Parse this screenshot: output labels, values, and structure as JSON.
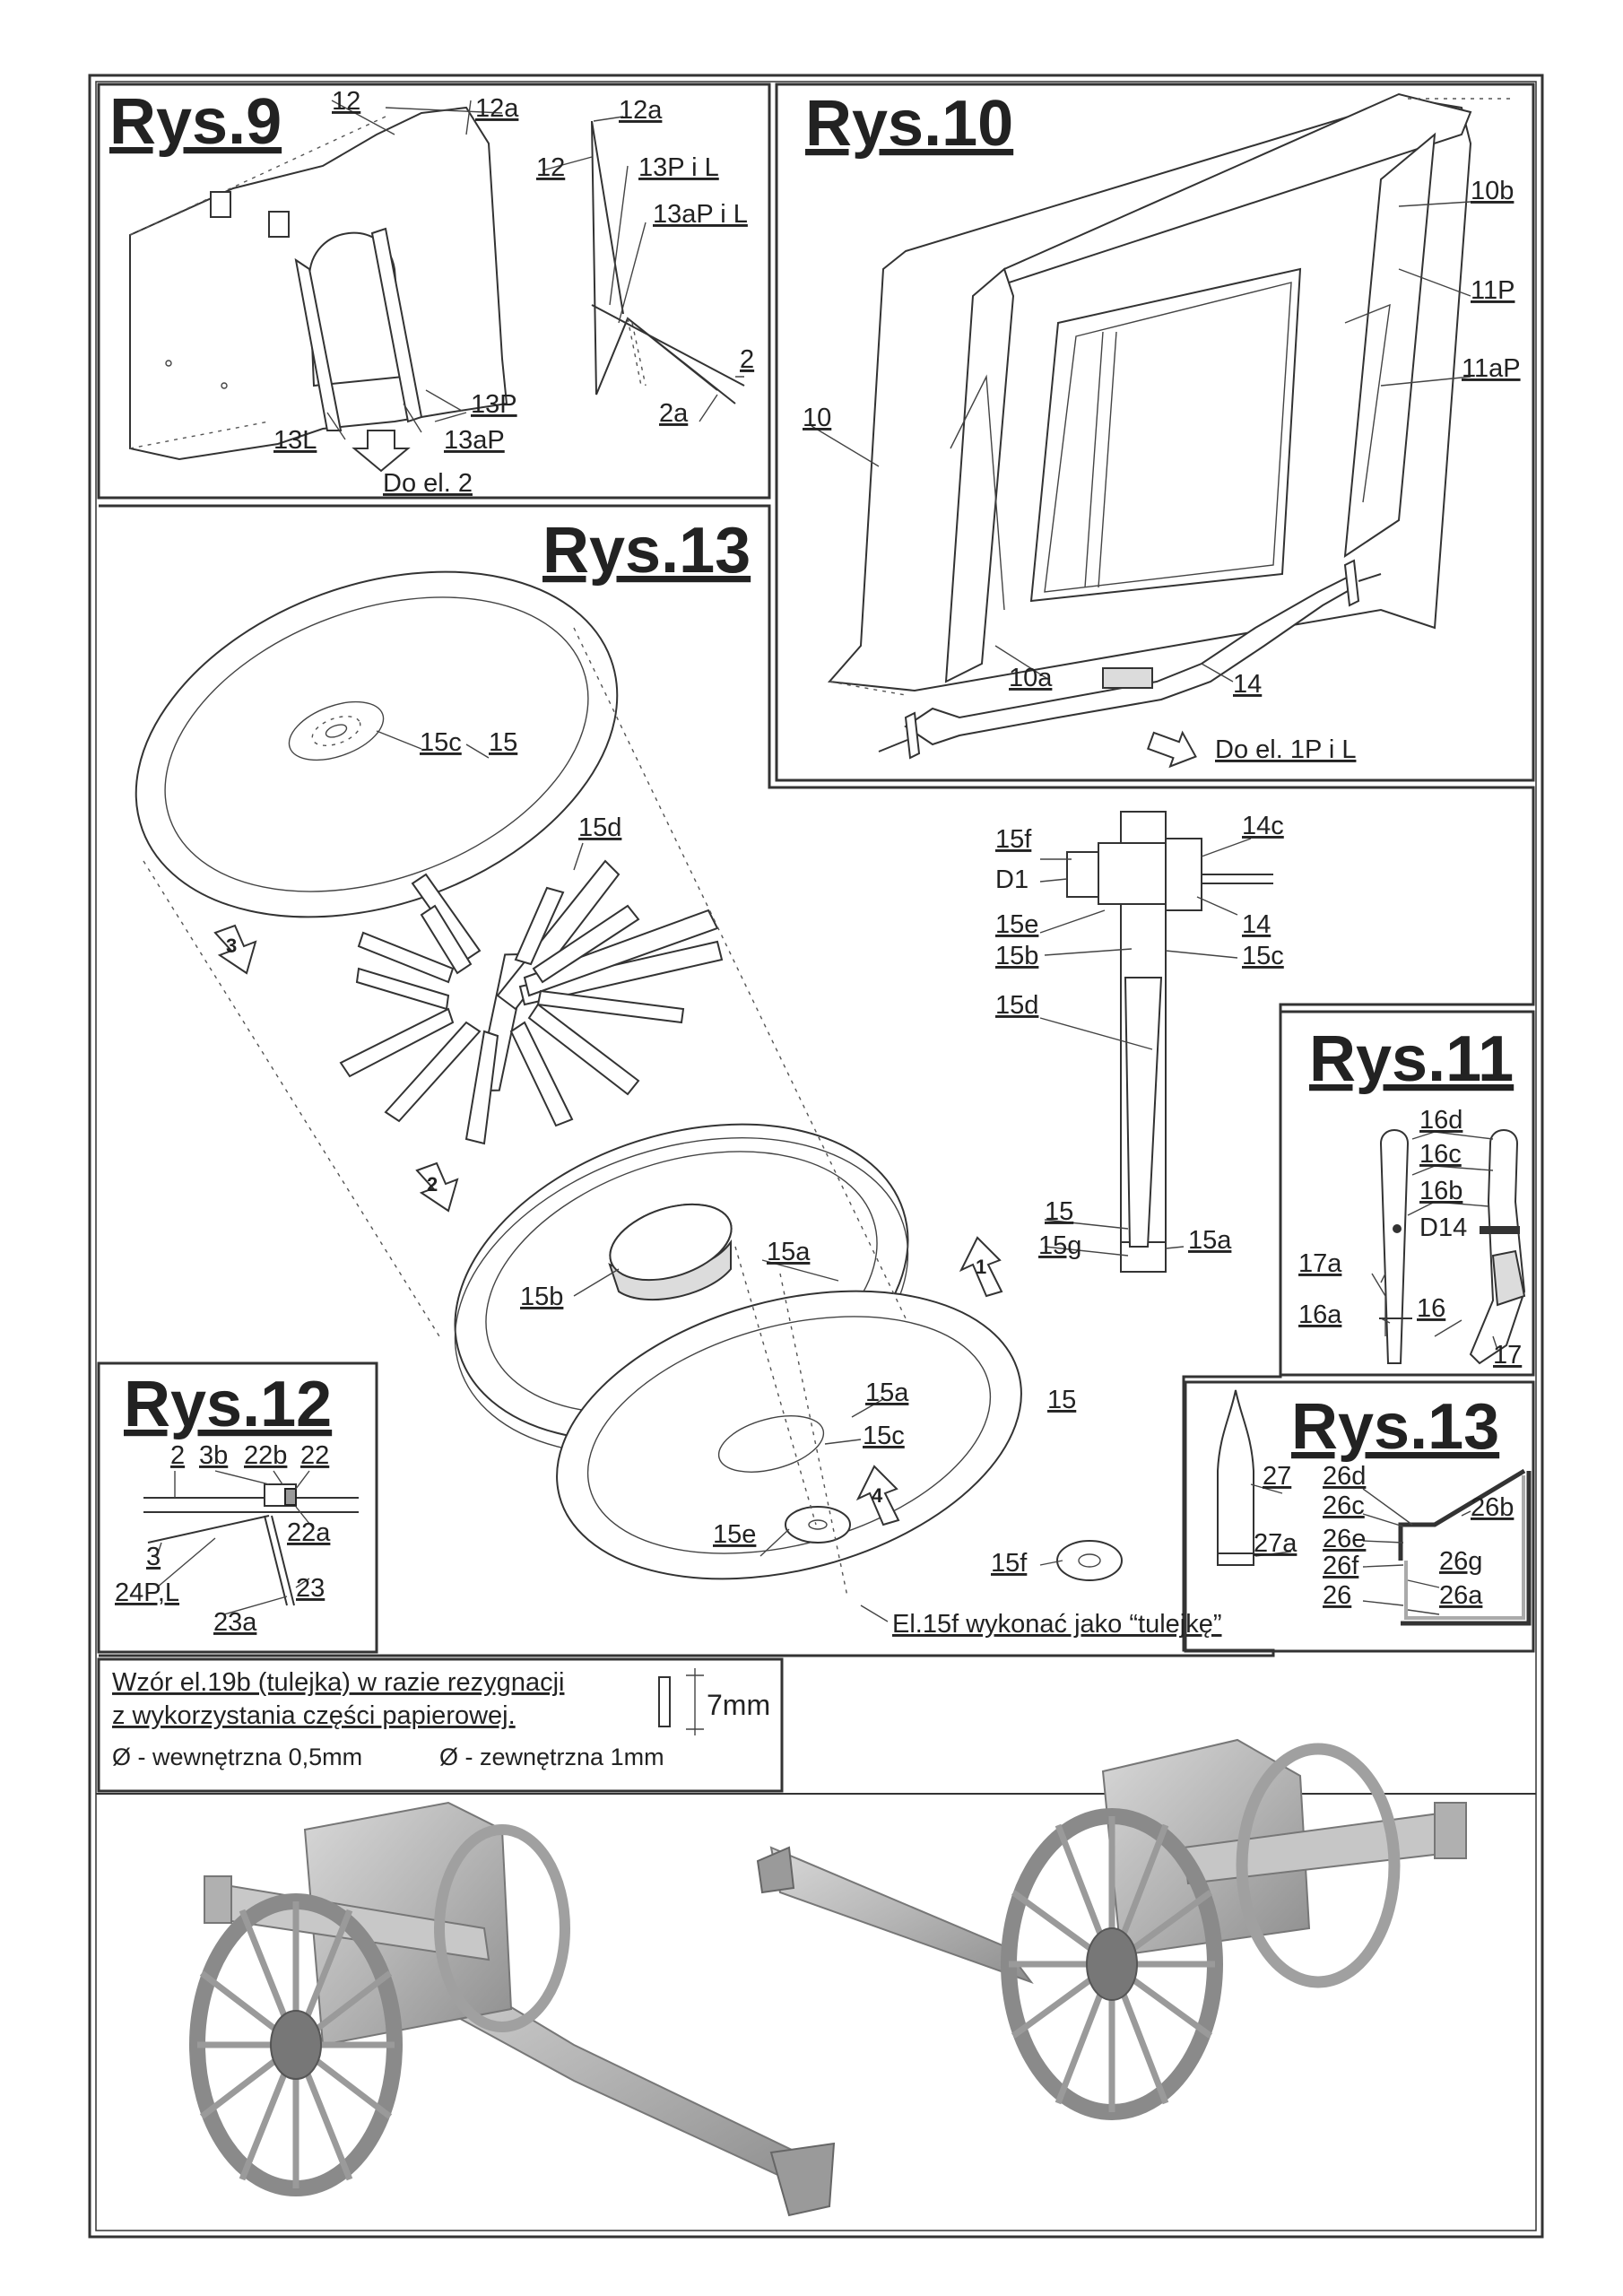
{
  "panels": {
    "rys9": {
      "title": "Rys.9",
      "labels": [
        "12",
        "12a",
        "12a",
        "12",
        "13P i L",
        "13aP i L",
        "2",
        "2a",
        "13P",
        "13aP",
        "13L",
        "Do el. 2"
      ]
    },
    "rys10": {
      "title": "Rys.10",
      "labels": [
        "10b",
        "11P",
        "11aP",
        "10",
        "10a",
        "14",
        "Do el. 1P i L"
      ]
    },
    "rys13_main": {
      "title": "Rys.13",
      "labels": [
        "15c",
        "15",
        "15d",
        "15a",
        "15b",
        "15a",
        "15",
        "15c",
        "15e",
        "15f",
        "3",
        "2",
        "1",
        "4"
      ],
      "note": "El.15f wykonać jako “tulejkę”"
    },
    "axle_detail": {
      "labels": [
        "15f",
        "14c",
        "D1",
        "15e",
        "14",
        "15b",
        "15c",
        "15d",
        "15",
        "15g",
        "15a"
      ]
    },
    "rys11": {
      "title": "Rys.11",
      "labels": [
        "16d",
        "16c",
        "16b",
        "D14",
        "17a",
        "16a",
        "16",
        "17"
      ]
    },
    "rys12": {
      "title": "Rys.12",
      "labels": [
        "2",
        "3b",
        "22b",
        "22",
        "22a",
        "3",
        "24P,L",
        "23",
        "23a"
      ]
    },
    "rys13_small": {
      "title": "Rys.13",
      "labels": [
        "27",
        "27a",
        "26d",
        "26c",
        "26e",
        "26f",
        "26",
        "26b",
        "26g",
        "26a"
      ]
    },
    "tube_note": {
      "line1": "Wzór el.19b (tulejka) w razie rezygnacji",
      "line2": "z wykorzystania części papierowej.",
      "dimension": "7mm",
      "inner": "Ø  - wewnętrzna 0,5mm",
      "outer": "Ø  - zewnętrzna 1mm"
    }
  },
  "colors": {
    "ink": "#222222",
    "paper": "#ffffff",
    "frame": "#333333",
    "photo_fill": "#bdbdbd"
  }
}
